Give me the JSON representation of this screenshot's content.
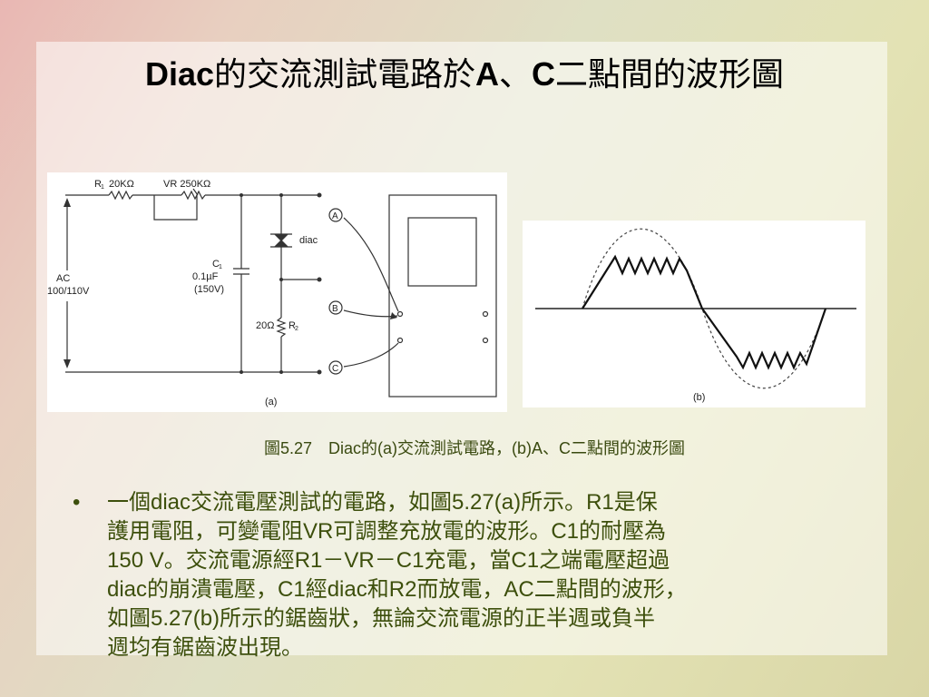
{
  "slide": {
    "title_latin_1": "Diac",
    "title_cjk_1": "的交流測試電路於",
    "title_latin_2": "A",
    "title_cjk_2": "、",
    "title_latin_3": "C",
    "title_cjk_3": "二點間的波形圖"
  },
  "figure_a": {
    "r1_label": "R",
    "r1_sub": "1",
    "r1_value": "20KΩ",
    "vr_label": "VR 250KΩ",
    "ac_label_1": "AC",
    "ac_label_2": "100/110V",
    "c1_label": "C",
    "c1_sub": "1",
    "c1_value": "0.1µF",
    "c1_rating": "(150V)",
    "diac_label": "diac",
    "r2_value": "20Ω",
    "r2_label": "R",
    "r2_sub": "2",
    "point_a": "A",
    "point_b": "B",
    "point_c": "C",
    "caption": "(a)"
  },
  "figure_b": {
    "caption": "(b)"
  },
  "caption": "圖5.27　Diac的(a)交流測試電路，(b)A、C二點間的波形圖",
  "body_text": {
    "bullet_symbol": "•",
    "lines": [
      "一個diac交流電壓測試的電路，如圖5.27(a)所示。R1是保",
      "護用電阻，可變電阻VR可調整充放電的波形。C1的耐壓為",
      "150 V。交流電源經R1－VR－C1充電，當C1之端電壓超過",
      "diac的崩潰電壓，C1經diac和R2而放電，AC二點間的波形，",
      "如圖5.27(b)所示的鋸齒狀，無論交流電源的正半週或負半",
      "週均有鋸齒波出現。"
    ]
  }
}
